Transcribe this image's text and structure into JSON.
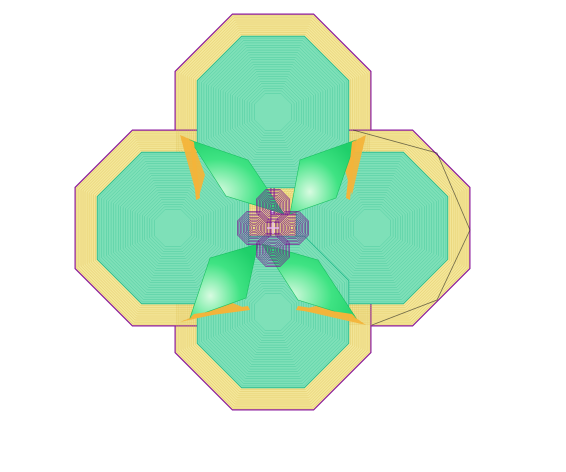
{
  "figure": {
    "description_free": true,
    "palette": {
      "background": "#ffffff",
      "outer_outline": "#8b1a9c",
      "gold_fill": "#f4e79a",
      "gold_line": "#d9b94a",
      "teal_fill": "#7ee0b8",
      "teal_line": "#1fb889",
      "green_petal": "#2fe07a",
      "green_petal_light": "#b7f5c9",
      "petal_edge_orange": "#f3b43a",
      "center_purple": "#7a1a95",
      "dark_edge": "#1a1a1a"
    },
    "lobes": 4,
    "lobe_shape": "octagon",
    "center_motif": "purple-rosette"
  }
}
